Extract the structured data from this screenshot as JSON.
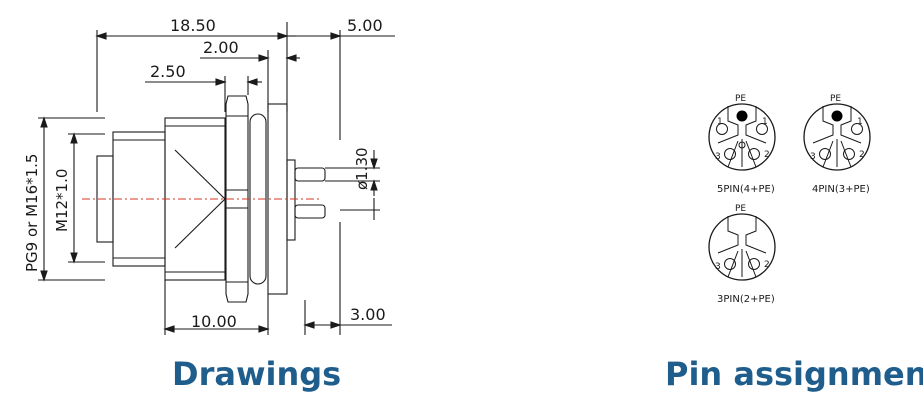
{
  "drawing": {
    "dim_overall": "18.50",
    "dim_right": "5.00",
    "dim_flange": "2.00",
    "dim_hex": "2.50",
    "dim_pin_dia": "ø1.30",
    "dim_body": "10.00",
    "dim_pin_len": "3.00",
    "thread_outer": "PG9  or  M16*1.5",
    "thread_inner": "M12*1.0"
  },
  "pins": {
    "pe": "PE",
    "n1": "1",
    "n2": "2",
    "n3": "3",
    "label_5pin": "5PIN(4+PE)",
    "label_4pin": "4PIN(3+PE)",
    "label_3pin": "3PIN(2+PE)"
  },
  "captions": {
    "left": "Drawings",
    "right": "Pin assignment"
  },
  "colors": {
    "line": "#1a1a1a",
    "centerline": "#d9342b",
    "caption": "#1f5d8c"
  }
}
